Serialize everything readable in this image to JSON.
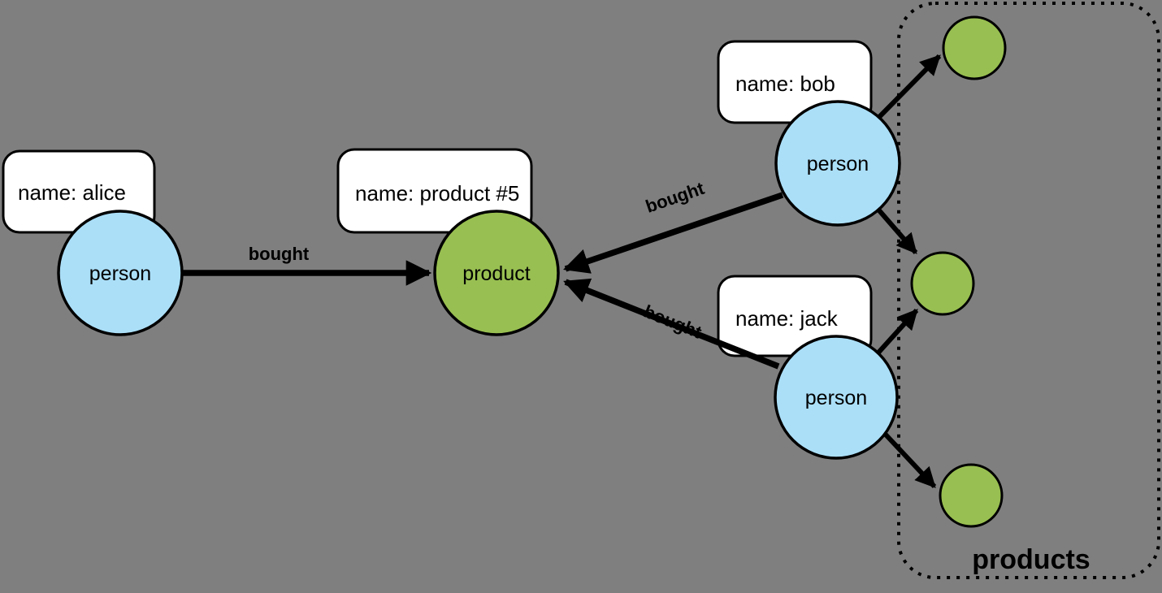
{
  "colors": {
    "background": "#7f7f7f",
    "person_fill": "#abdff8",
    "product_fill": "#98bf51",
    "box_fill": "#ffffff",
    "line": "#000000"
  },
  "nodes": {
    "alice": {
      "label": "person",
      "property": "name: alice"
    },
    "product5": {
      "label": "product",
      "property": "name: product #5"
    },
    "bob": {
      "label": "person",
      "property": "name: bob"
    },
    "jack": {
      "label": "person",
      "property": "name: jack"
    }
  },
  "edges": {
    "alice_bought_label": "bought",
    "bob_bought_label": "bought",
    "jack_bought_label": "bought"
  },
  "group": {
    "label": "products"
  }
}
